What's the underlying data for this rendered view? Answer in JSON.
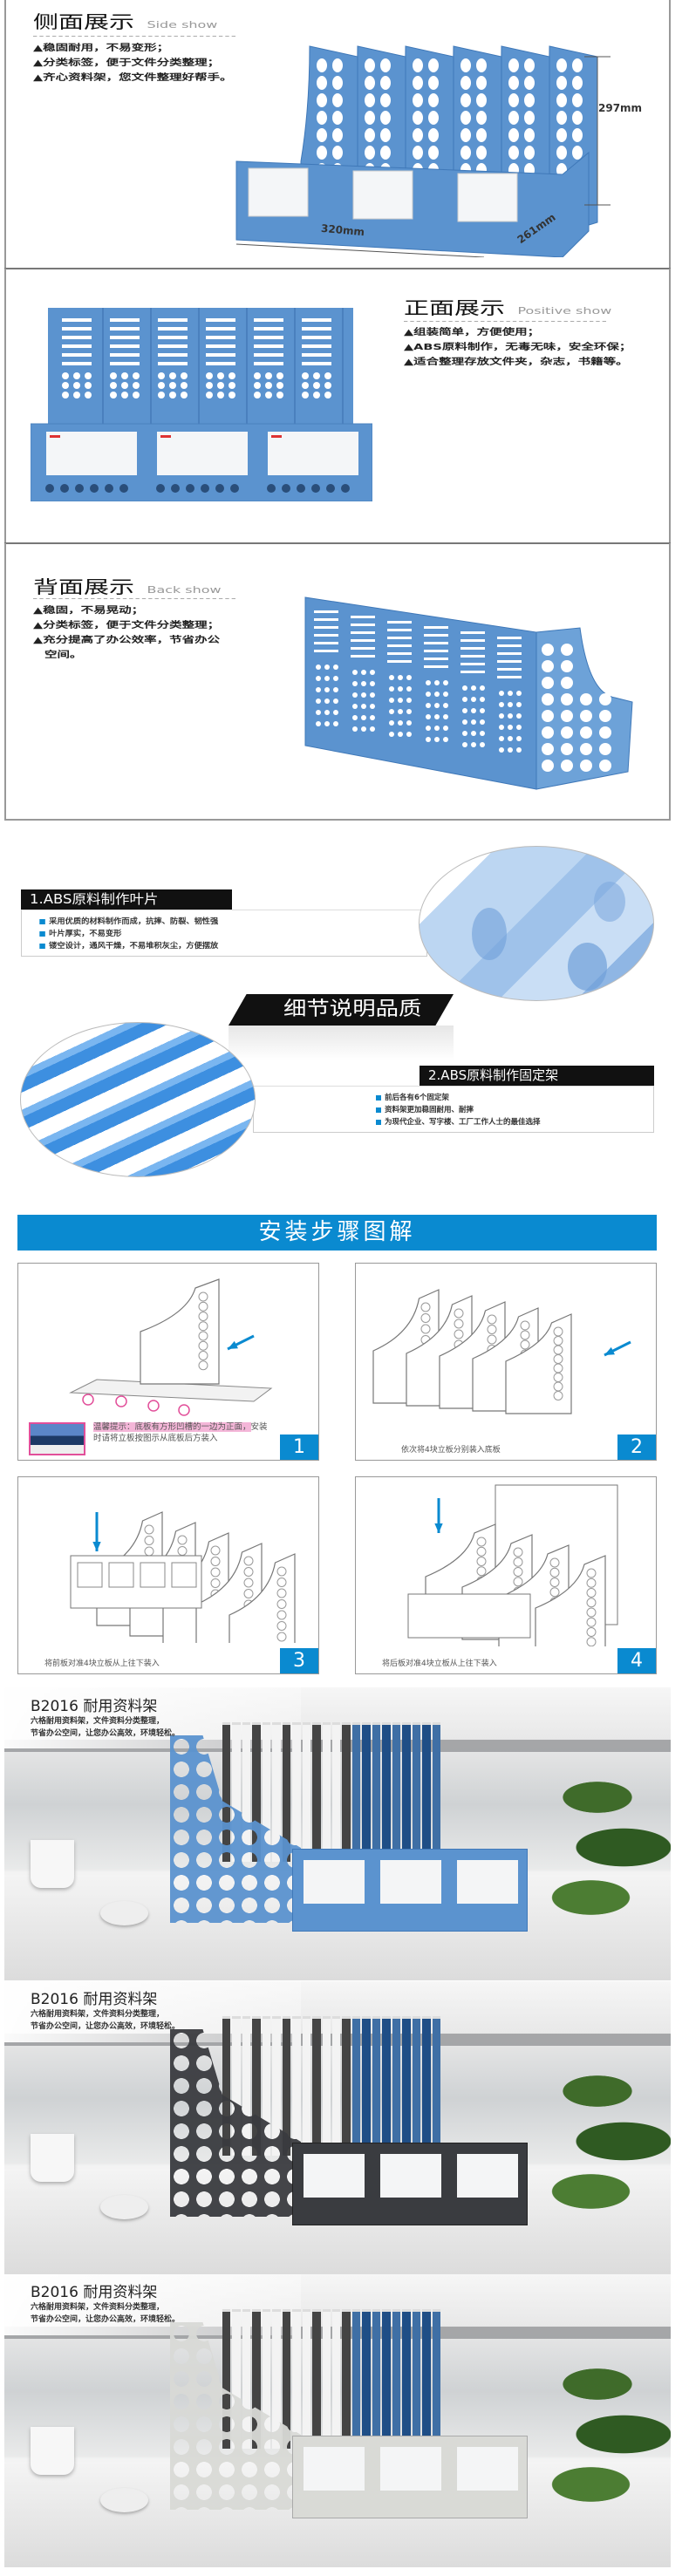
{
  "side": {
    "title": "侧面展示",
    "subtitle": "Side show",
    "bullets": [
      "▲稳固耐用，不易变形；",
      "▲分类标签，便于文件分类整理；",
      "▲齐心资料架，您文件整理好帮手。"
    ],
    "height_label": "297mm",
    "width_label": "320mm",
    "depth_label": "261mm"
  },
  "front": {
    "title": "正面展示",
    "subtitle": "Positive show",
    "bullets": [
      "▲组装简单，方便使用；",
      "▲ABS原料制作，无毒无味，安全环保；",
      "▲适合整理存放文件夹，杂志，书籍等。"
    ]
  },
  "back": {
    "title": "背面展示",
    "subtitle": "Back show",
    "bullets": [
      "▲稳固，不易晃动；",
      "▲分类标签，便于文件分类整理；",
      "▲充分提高了办公效率，节省办公",
      "空间。"
    ]
  },
  "details": {
    "box1_title": "1.ABS原料制作叶片",
    "box1_items": [
      "采用优质的材料制作而成，抗摔、防裂、韧性强",
      "叶片厚实，不易变形",
      "镂空设计，通风干燥，不易堆积灰尘，方便摆放"
    ],
    "banner": "细节说明品质",
    "box2_title": "2.ABS原料制作固定架",
    "box2_items": [
      "前后各有6个固定架",
      "资料架更加稳固耐用、耐摔",
      "为现代企业、写字楼、工厂工作人士的最佳选择"
    ]
  },
  "install": {
    "header": "安装步骤图解",
    "steps": [
      {
        "number": "1",
        "tip_highlight": "温馨提示：底板有方形凹槽的一边为正面，",
        "tip_rest": "安装时请将立板按图示从底板后方装入"
      },
      {
        "number": "2",
        "caption": "依次将4块立板分别装入底板"
      },
      {
        "number": "3",
        "caption": "将前板对准4块立板从上往下装入"
      },
      {
        "number": "4",
        "caption": "将后板对准4块立板从上往下装入"
      }
    ]
  },
  "photos": [
    {
      "title": "B2016 耐用资料架",
      "line1": "六格耐用资料架，文件资料分类整理，",
      "line2": "节省办公空间，让您办公高效，环境轻松。"
    },
    {
      "title": "B2016 耐用资料架",
      "line1": "六格耐用资料架，文件资料分类整理，",
      "line2": "节省办公空间，让您办公高效，环境轻松。"
    },
    {
      "title": "B2016 耐用资料架",
      "line1": "六格耐用资料架，文件资料分类整理，",
      "line2": "节省办公空间，让您办公高效，环境轻松。"
    }
  ],
  "colors": {
    "accent": "#0a8ad0",
    "rack_blue": "#5b93cf",
    "rack_black": "#3a3c40",
    "rack_white": "#d9dad6"
  }
}
